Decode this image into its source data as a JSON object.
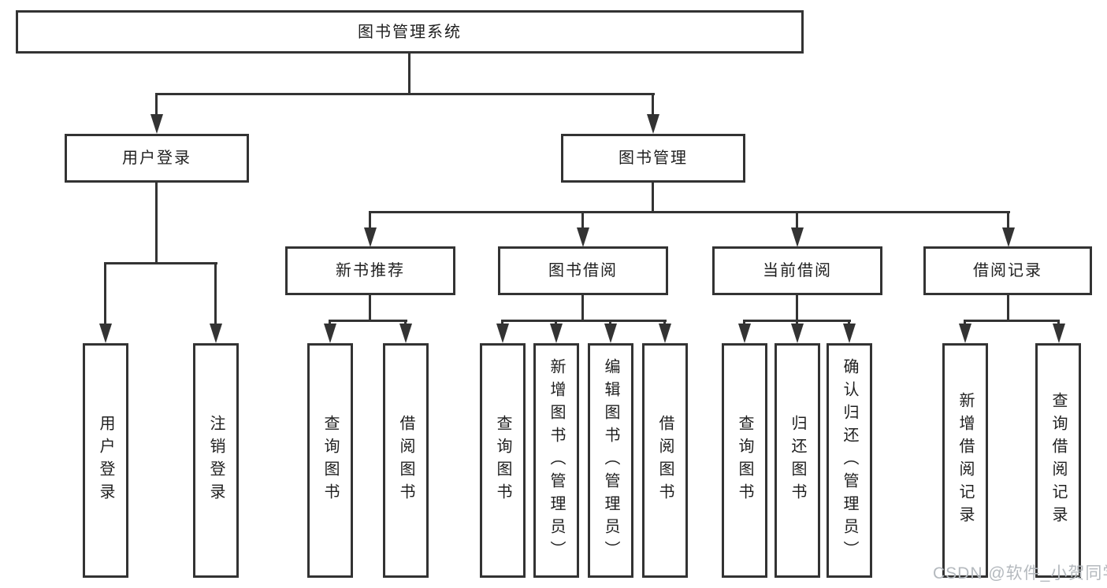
{
  "tree": {
    "label": "图书管理系统",
    "children": [
      {
        "label": "用户登录",
        "children": [
          {
            "label": "用户登录"
          },
          {
            "label": "注销登录"
          }
        ]
      },
      {
        "label": "图书管理",
        "children": [
          {
            "label": "新书推荐",
            "children": [
              {
                "label": "查询图书"
              },
              {
                "label": "借阅图书"
              }
            ]
          },
          {
            "label": "图书借阅",
            "children": [
              {
                "label": "查询图书"
              },
              {
                "label": "新增图书（管理员）"
              },
              {
                "label": "编辑图书（管理员）"
              },
              {
                "label": "借阅图书"
              }
            ]
          },
          {
            "label": "当前借阅",
            "children": [
              {
                "label": "查询图书"
              },
              {
                "label": "归还图书"
              },
              {
                "label": "确认归还（管理员）"
              }
            ]
          },
          {
            "label": "借阅记录",
            "children": [
              {
                "label": "新增借阅记录"
              },
              {
                "label": "查询借阅记录"
              }
            ]
          }
        ]
      }
    ]
  },
  "watermark": {
    "text": "CSDN @软件_小贺同学"
  },
  "colors": {
    "line": "#333333",
    "box_border": "#333333",
    "text": "#1f1f1f",
    "watermark": "#b4b9be",
    "background": "#ffffff"
  }
}
